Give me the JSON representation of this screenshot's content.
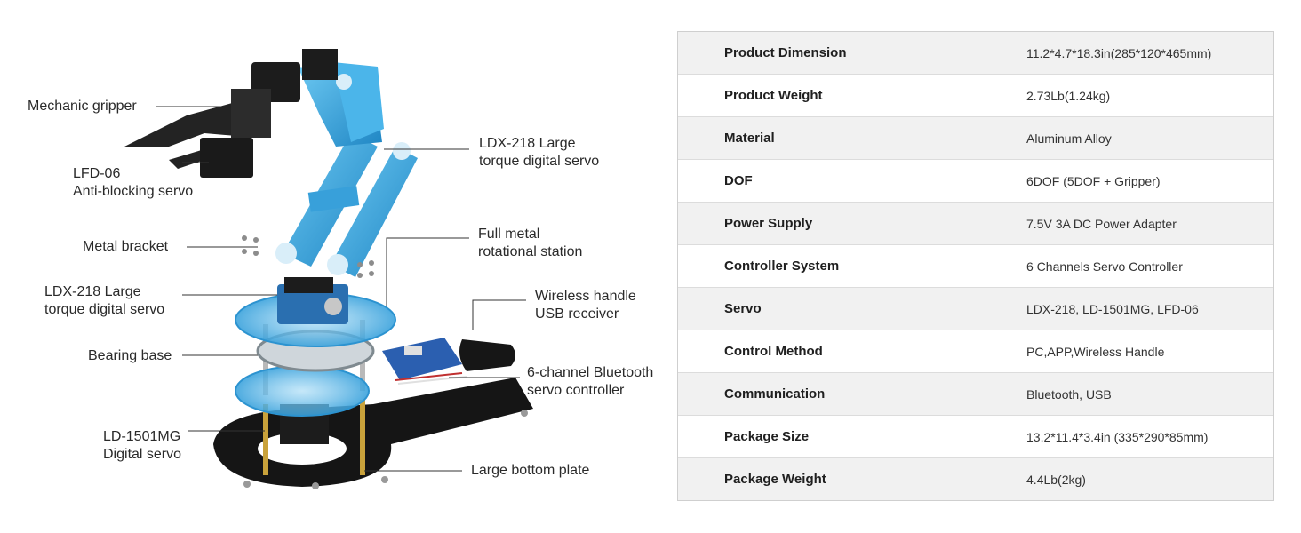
{
  "callouts": {
    "mechanic_gripper": "Mechanic gripper",
    "lfd06_line1": "LFD-06",
    "lfd06_line2": "Anti-blocking servo",
    "metal_bracket": "Metal bracket",
    "ldx218_left_line1": "LDX-218 Large",
    "ldx218_left_line2": "torque digital servo",
    "bearing_base": "Bearing base",
    "ld1501_line1": "LD-1501MG",
    "ld1501_line2": "Digital servo",
    "ldx218_right_line1": "LDX-218 Large",
    "ldx218_right_line2": "torque digital servo",
    "rot_station_line1": "Full metal",
    "rot_station_line2": "rotational station",
    "wireless_line1": "Wireless handle",
    "wireless_line2": "USB receiver",
    "bt_ctrl_line1": "6-channel Bluetooth",
    "bt_ctrl_line2": "servo controller",
    "bottom_plate": "Large bottom plate"
  },
  "colors": {
    "arm_blue": "#3aa7e0",
    "dark_metal": "#2a2a2a",
    "row_shade": "#f1f1f1"
  },
  "specs": [
    {
      "label": "Product Dimension",
      "value": "11.2*4.7*18.3in(285*120*465mm)"
    },
    {
      "label": "Product Weight",
      "value": "2.73Lb(1.24kg)"
    },
    {
      "label": "Material",
      "value": "Aluminum Alloy"
    },
    {
      "label": "DOF",
      "value": "6DOF (5DOF + Gripper)"
    },
    {
      "label": "Power Supply",
      "value": "7.5V 3A DC Power Adapter"
    },
    {
      "label": "Controller System",
      "value": "6 Channels Servo Controller"
    },
    {
      "label": "Servo",
      "value": "LDX-218, LD-1501MG, LFD-06"
    },
    {
      "label": "Control Method",
      "value": "PC,APP,Wireless Handle"
    },
    {
      "label": "Communication",
      "value": "Bluetooth, USB"
    },
    {
      "label": "Package Size",
      "value": "13.2*11.4*3.4in (335*290*85mm)"
    },
    {
      "label": "Package Weight",
      "value": "4.4Lb(2kg)"
    }
  ]
}
